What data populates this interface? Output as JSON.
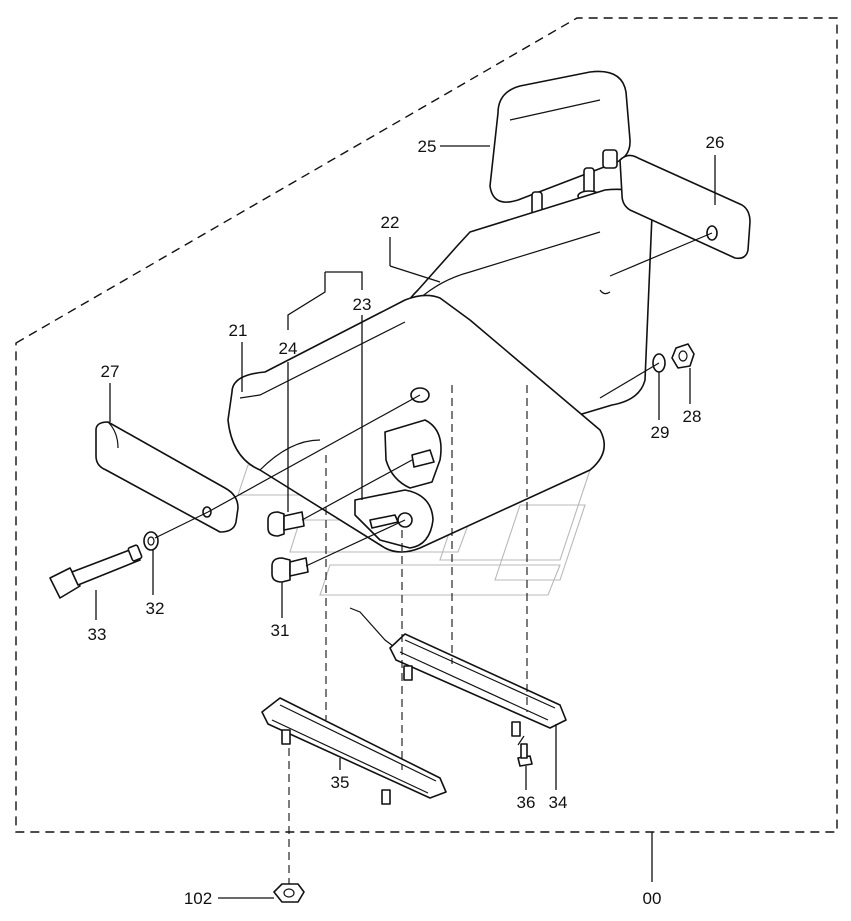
{
  "callouts": {
    "c00": "00",
    "c21": "21",
    "c22": "22",
    "c23": "23",
    "c24": "24",
    "c25": "25",
    "c26": "26",
    "c27": "27",
    "c28": "28",
    "c29": "29",
    "c31": "31",
    "c32": "32",
    "c33": "33",
    "c34": "34",
    "c35": "35",
    "c36": "36",
    "c102": "102"
  },
  "colors": {
    "line": "#111111",
    "background": "#ffffff",
    "watermark": "#b9b9b9"
  }
}
